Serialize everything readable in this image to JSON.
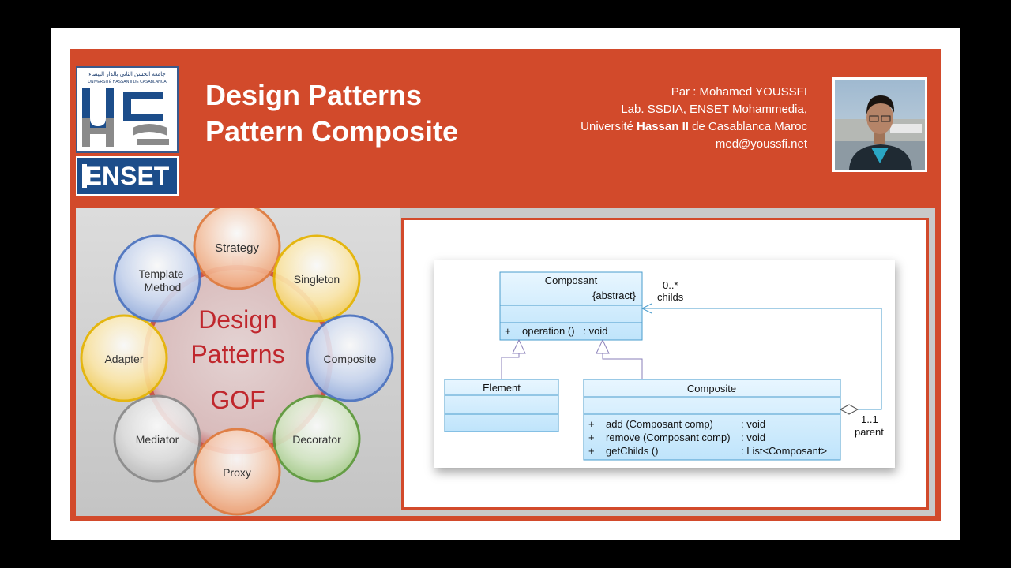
{
  "header": {
    "title_line1": "Design Patterns",
    "title_line2": "Pattern Composite",
    "author_line1": "Par :  Mohamed YOUSSFI",
    "author_line2": "Lab. SSDIA, ENSET Mohammedia,",
    "author_line3_pre": "Université ",
    "author_line3_bold": "Hassan II",
    "author_line3_post": " de Casablanca Maroc",
    "author_email": "med@youssfi.net",
    "logo_univ_arabic": "جامعة الحسن الثاني بالدار البيضاء",
    "logo_univ_french": "UNIVERSITÉ HASSAN II DE CASABLANCA",
    "logo_enset": "ENSET"
  },
  "gof": {
    "center_line1": "Design",
    "center_line2": "Patterns",
    "center_line3": "GOF",
    "patterns": [
      "Strategy",
      "Singleton",
      "Composite",
      "Decorator",
      "Proxy",
      "Mediator",
      "Adapter",
      "Template Method"
    ]
  },
  "uml": {
    "composant_name": "Composant",
    "composant_stereotype": "{abstract}",
    "composant_method": "+    operation ()   : void",
    "element_name": "Element",
    "composite_name": "Composite",
    "composite_methods": [
      {
        "sig": "+    add (Composant comp)",
        "ret": ": void"
      },
      {
        "sig": "+    remove (Composant comp)",
        "ret": ": void"
      },
      {
        "sig": "+    getChilds ()",
        "ret": ": List<Composant>"
      }
    ],
    "childs_mult": "0..*",
    "childs_label": "childs",
    "parent_mult": "1..1",
    "parent_label": "parent"
  },
  "colors": {
    "frame": "#d24a2b",
    "uml_fill": "#d6efff",
    "uml_stroke": "#4a9ccc"
  }
}
